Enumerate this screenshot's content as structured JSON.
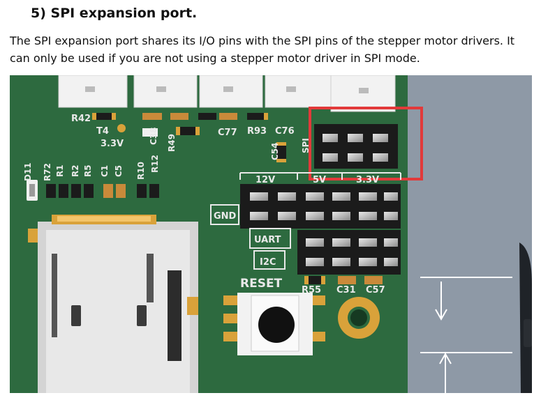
{
  "section": {
    "heading": "5)  SPI expansion port.",
    "paragraph": "The SPI expansion port shares its I/O pins with the SPI pins of the stepper motor drivers. It can only be used if you are not using a stepper motor driver in SPI mode."
  },
  "photo": {
    "silkscreen": {
      "r42": "R42",
      "t4": "T4",
      "v33": "3.3V",
      "c38": "C38",
      "r49": "R49",
      "r93": "R93",
      "c77": "C77",
      "c76": "C76",
      "c54": "C54",
      "spi": "SPI",
      "d11": "D11",
      "r72": "R72",
      "r1": "R1",
      "r2": "R2",
      "r5": "R5",
      "c1": "C1",
      "c5": "C5",
      "r10": "R10",
      "r12": "R12",
      "label_12v": "12V",
      "label_5v": "5V",
      "label_33v": "3.3V",
      "gnd": "GND",
      "uart": "UART",
      "i2c": "I2C",
      "reset": "RESET",
      "r55": "R55",
      "c31": "C31",
      "c57": "C57"
    },
    "colors": {
      "board": "#2d6a3f",
      "highlight": "#e23a3a",
      "gold": "#d9a23a"
    }
  }
}
